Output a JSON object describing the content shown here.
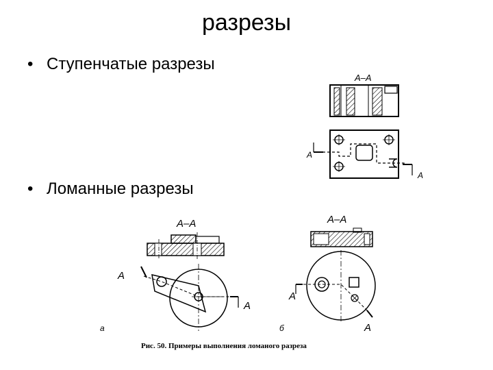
{
  "slide": {
    "title": "разрезы",
    "bullets": [
      {
        "marker": "•",
        "text": "Ступенчатые разрезы"
      },
      {
        "marker": "•",
        "text": "Ломанные разрезы"
      }
    ]
  },
  "figure_top": {
    "section_label": "А–А",
    "arrow_label_left": "А",
    "arrow_label_right": "А"
  },
  "figure_bottom": {
    "left_section_label": "А–А",
    "left_arrow_label_top": "А",
    "left_arrow_label_right": "А",
    "right_section_label": "А–А",
    "right_arrow_label_left": "А",
    "right_arrow_label_bottom": "А",
    "sub_a": "а",
    "sub_b": "б",
    "caption": "Рис. 50. Примеры выполнения ломаного разреза"
  }
}
